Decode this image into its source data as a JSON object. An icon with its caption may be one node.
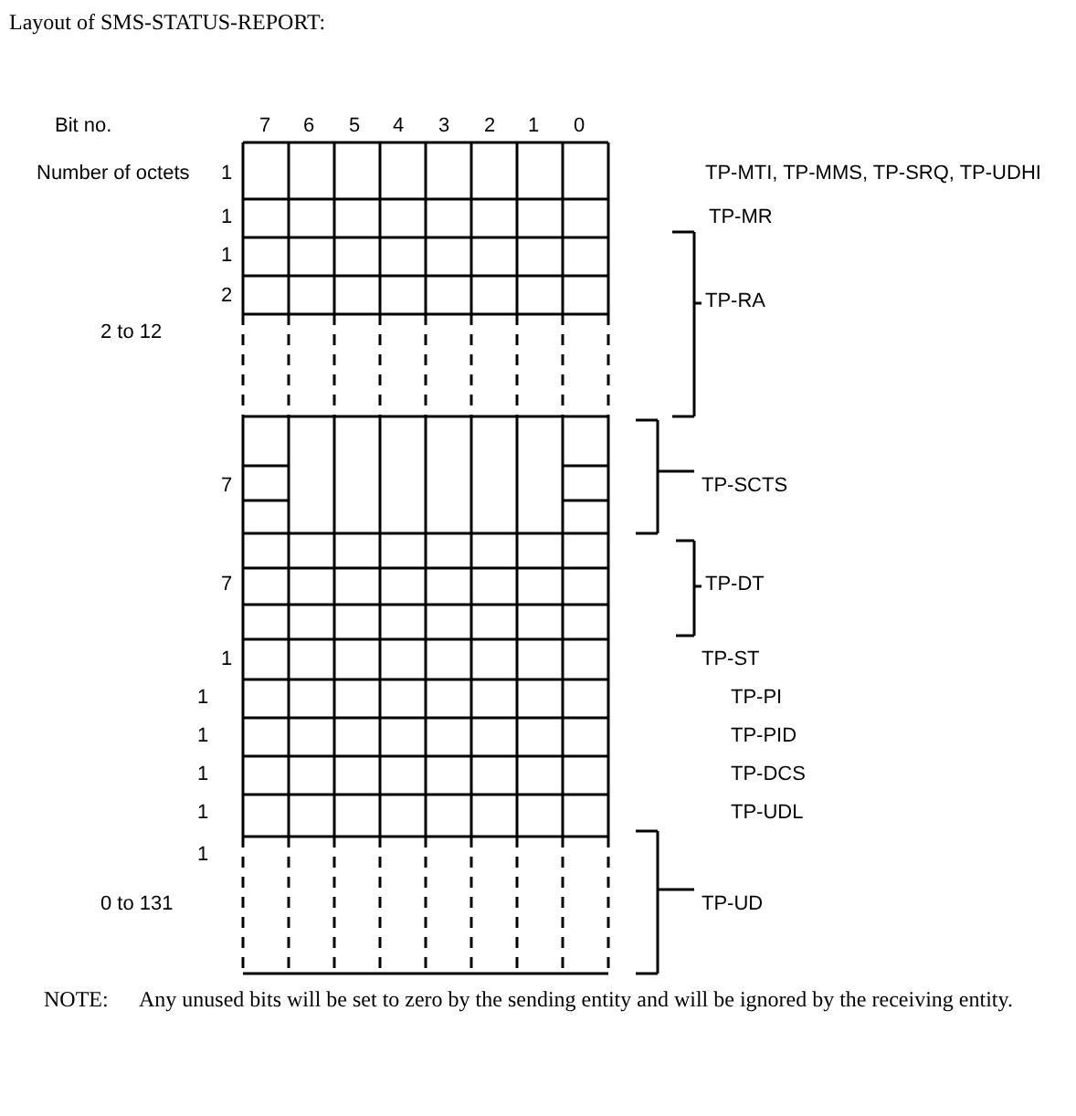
{
  "diagram": {
    "title": "Layout of SMS-STATUS-REPORT:",
    "labels": [
      "Bit no.",
      "7",
      "6",
      "5",
      "4",
      "3",
      "2",
      "1",
      "0",
      "Number of octets",
      "1",
      "TP-MTI, TP-MMS, TP-SRQ, TP-UDHI",
      "1",
      "TP-MR",
      "1",
      "2",
      "TP-RA",
      "2 to 12",
      "7",
      "TP-SCTS",
      "7",
      "TP-DT",
      "1",
      "TP-ST",
      "1",
      "TP-PI",
      "1",
      "TP-PID",
      "1",
      "TP-DCS",
      "1",
      "TP-UDL",
      "1",
      "0 to 131",
      "TP-UD",
      "NOTE:",
      "Any unused bits will be set to zero by the sending entity and will be ignored by the receiving entity."
    ]
  }
}
